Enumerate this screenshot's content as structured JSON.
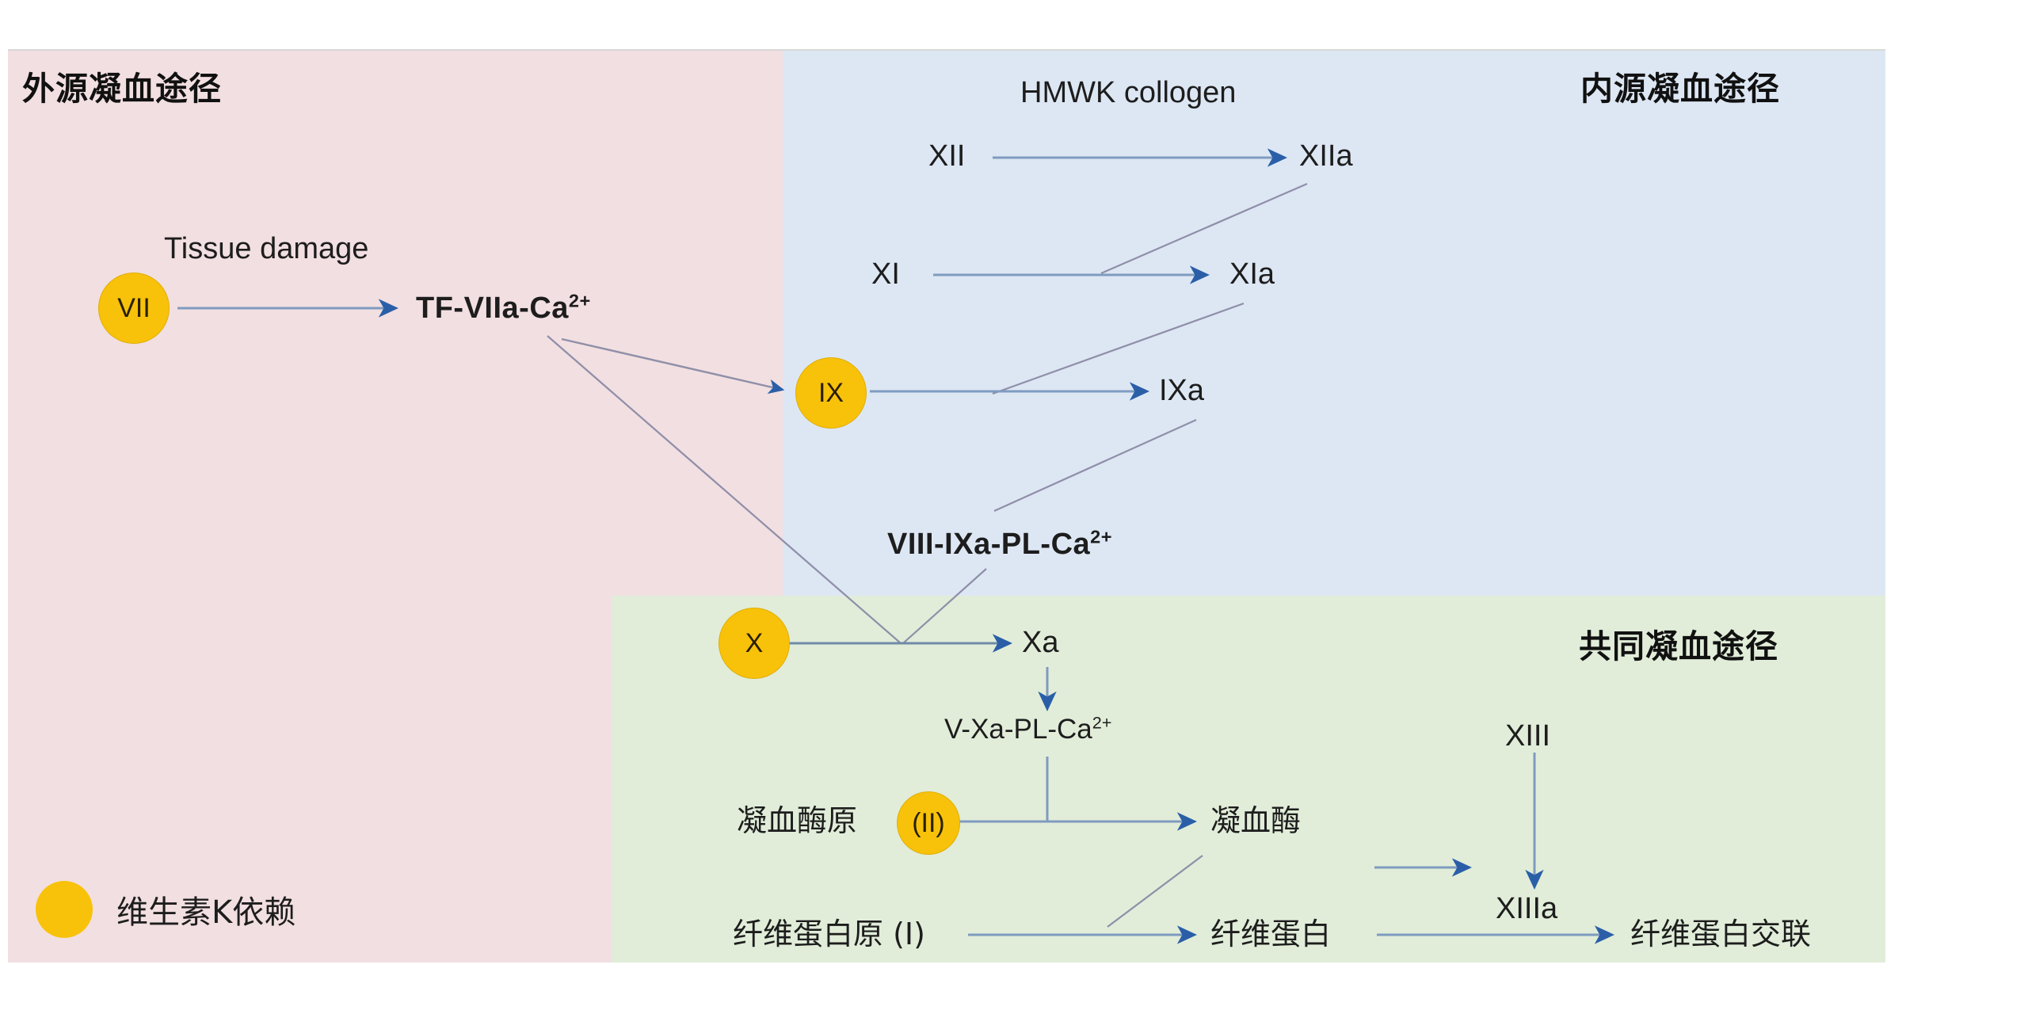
{
  "panels": {
    "extrinsic": {
      "title": "外源凝血途径",
      "color": "#f2dfe1"
    },
    "intrinsic": {
      "title": "内源凝血途径",
      "color": "#dde7f4"
    },
    "common": {
      "title": "共同凝血途径",
      "color": "#e1edd9"
    }
  },
  "extrinsic": {
    "tissue_damage": "Tissue damage",
    "factor_vii": "VII",
    "tf_complex_text": "TF-VIIa-Ca",
    "tf_complex_sup": "2+"
  },
  "intrinsic": {
    "hmwk": "HMWK collogen",
    "factor_xii": "XII",
    "factor_xiia": "XIIa",
    "factor_xi": "XI",
    "factor_xia": "XIa",
    "factor_ix": "IX",
    "factor_ixa": "IXa",
    "tenase_text": "VIII-IXa-PL-Ca",
    "tenase_sup": "2+"
  },
  "common": {
    "factor_x": "X",
    "factor_xa": "Xa",
    "prothrombinase_text": "V-Xa-PL-Ca",
    "prothrombinase_sup": "2+",
    "prothrombin": "凝血酶原",
    "prothrombin_numeral": "(II)",
    "thrombin": "凝血酶",
    "factor_xiii": "XIII",
    "factor_xiiia": "XIIIa",
    "factor_xiiia_cofactor": "XIIIa",
    "fibrinogen": "纤维蛋白原 (I)",
    "fibrin": "纤维蛋白",
    "crosslinked_fibrin": "纤维蛋白交联"
  },
  "legend": {
    "label": "维生素K依赖",
    "swatch_color": "#f8c20a"
  },
  "colors": {
    "arrow_stroke": "#7f9bc0",
    "arrow_head": "#2a5fa8",
    "thin_line": "#8f8fa8",
    "text": "#1d1d1d"
  }
}
